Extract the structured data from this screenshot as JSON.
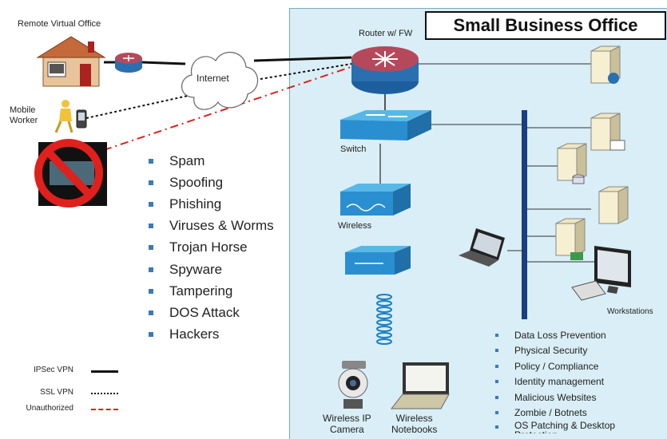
{
  "office": {
    "title": "Small Business Office"
  },
  "labels": {
    "remote_office": "Remote Virtual Office",
    "internet": "Internet",
    "mobile_worker": "Mobile\nWorker",
    "router": "Router w/ FW",
    "switch": "Switch",
    "wireless": "Wireless",
    "workstations": "Workstations",
    "wireless_ip_camera": "Wireless IP\nCamera",
    "wireless_notebooks": "Wireless\nNotebooks"
  },
  "threats": [
    "Spam",
    "Spoofing",
    "Phishing",
    "Viruses & Worms",
    "Trojan Horse",
    "Spyware",
    "Tampering",
    "DOS Attack",
    "Hackers"
  ],
  "security_items": [
    "Data Loss Prevention",
    "Physical Security",
    "Policy / Compliance",
    "Identity management",
    "Malicious Websites",
    "Zombie / Botnets",
    "OS Patching & Desktop Protection"
  ],
  "legend": [
    {
      "label": "IPSec VPN",
      "style": "solid"
    },
    {
      "label": "SSL VPN",
      "style": "dotted"
    },
    {
      "label": "Unauthorized",
      "style": "dashdot"
    }
  ],
  "colors": {
    "panel": "#d9eef6",
    "router_top": "#b5495b",
    "router_body": "#2a6fb0",
    "device": "#2a8fd0",
    "unauthorized": "#e0201c"
  },
  "icons": [
    "house-icon",
    "router-icon",
    "cloud-icon",
    "mobile-worker-icon",
    "no-hacker-icon",
    "switch-icon",
    "wireless-ap-icon",
    "server-icon",
    "laptop-icon",
    "workstation-icon",
    "camera-icon",
    "notebook-icon"
  ]
}
